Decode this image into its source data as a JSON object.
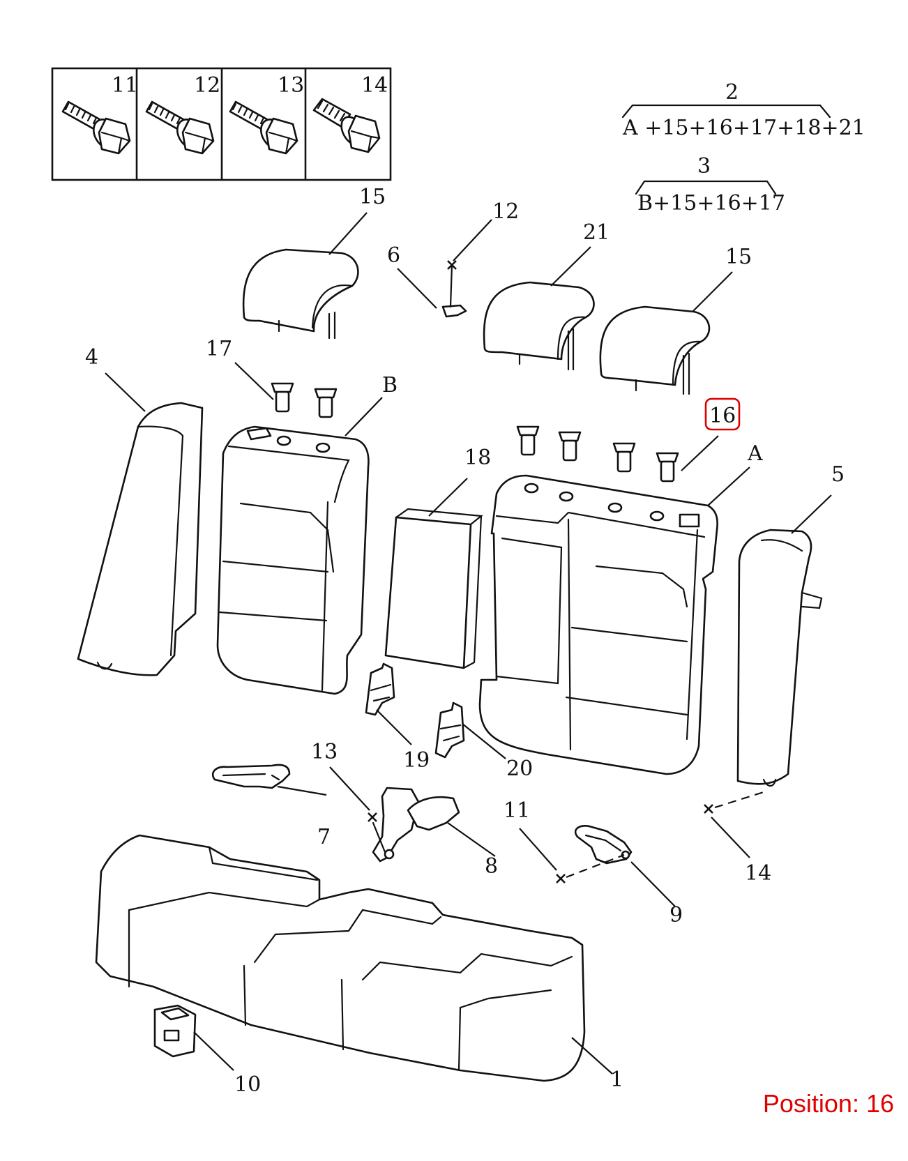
{
  "callouts": {
    "c1": "1",
    "c2": "2",
    "c3": "3",
    "c4": "4",
    "c5": "5",
    "c6": "6",
    "c7": "7",
    "c8": "8",
    "c9": "9",
    "c10": "10",
    "c11": "11",
    "c12": "12",
    "c13": "13",
    "c14": "14",
    "c15": "15",
    "c16": "16",
    "c17": "17",
    "c18": "18",
    "c19": "19",
    "c20": "20",
    "c21": "21",
    "cA": "A",
    "cB": "B"
  },
  "fasteners_box": [
    "11",
    "12",
    "13",
    "14"
  ],
  "kits": {
    "kit2_label": "2",
    "kit2_formula": "A +15+16+17+18+21",
    "kit3_label": "3",
    "kit3_formula": "B+15+16+17"
  },
  "highlighted_callout": "16",
  "position_label": "Position: 16",
  "colors": {
    "highlight": "#e00000",
    "line": "#111111"
  }
}
